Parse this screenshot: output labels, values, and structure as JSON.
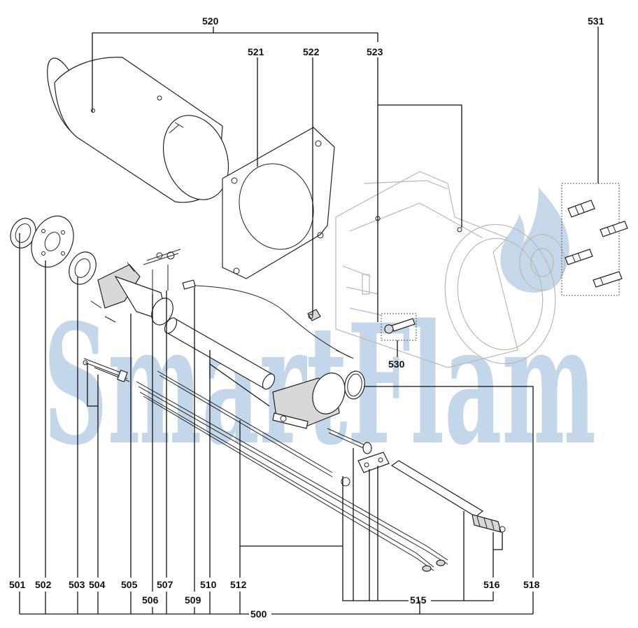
{
  "watermark": {
    "text": "SmartFlam",
    "color": "#7ea6cf"
  },
  "labels": {
    "l500": "500",
    "l501": "501",
    "l502": "502",
    "l503": "503",
    "l504": "504",
    "l505": "505",
    "l506": "506",
    "l507": "507",
    "l509": "509",
    "l510": "510",
    "l512": "512",
    "l515": "515",
    "l516": "516",
    "l518": "518",
    "l520": "520",
    "l521": "521",
    "l522": "522",
    "l523": "523",
    "l530": "530",
    "l531": "531"
  }
}
